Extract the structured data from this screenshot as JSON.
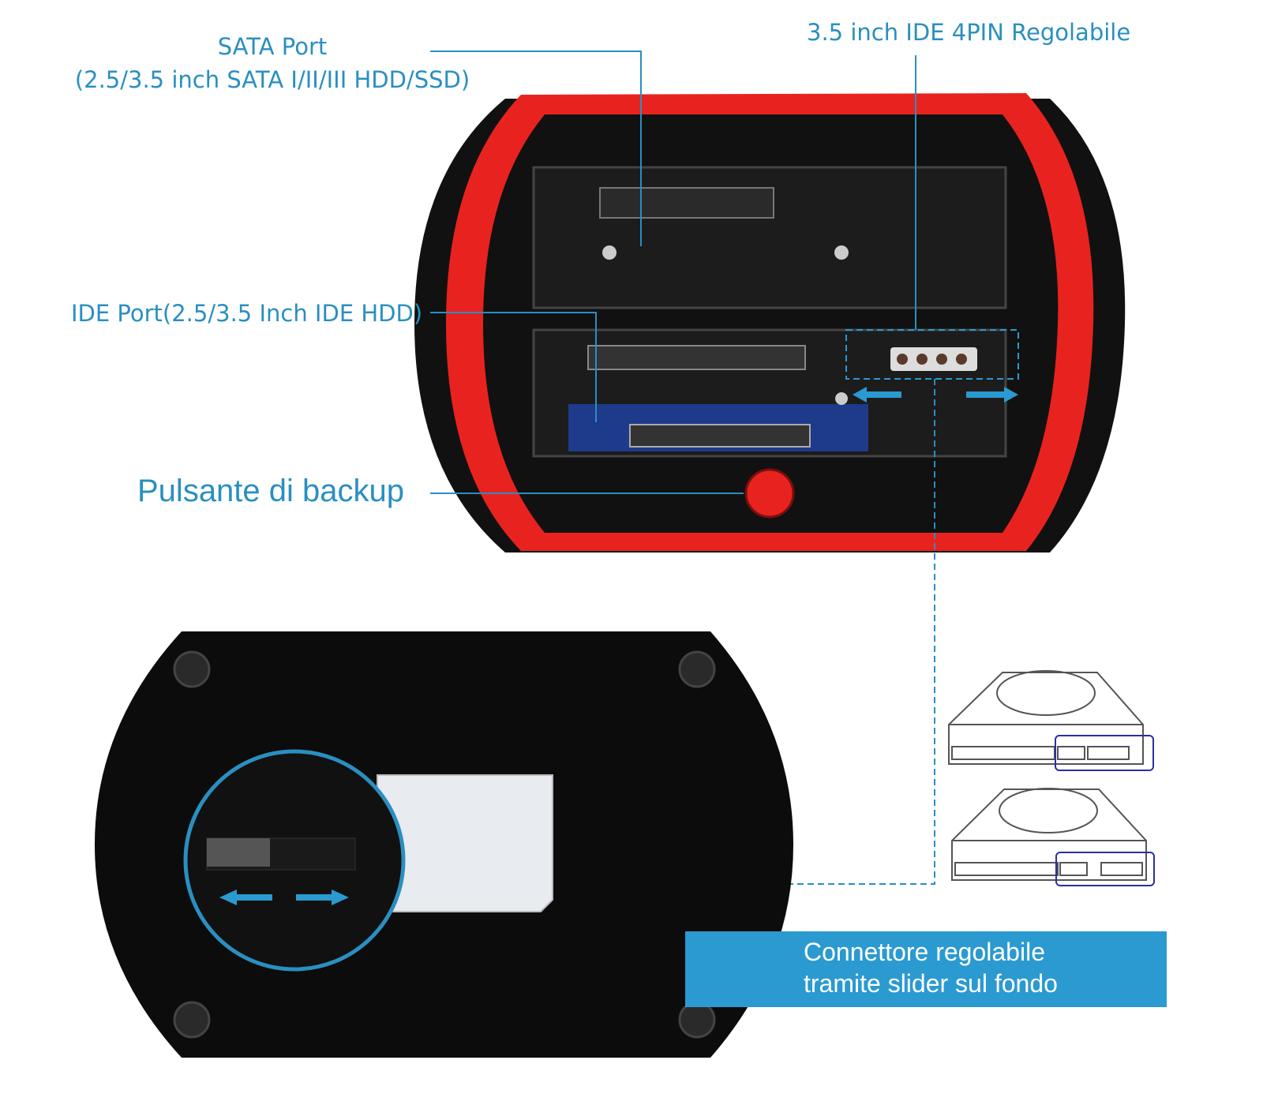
{
  "labels": {
    "sata_port_title": "SATA Port",
    "sata_port_sub": "(2.5/3.5 inch SATA I/II/III HDD/SSD)",
    "ide_4pin": "3.5 inch IDE 4PIN Regolabile",
    "ide_port": "IDE Port(2.5/3.5 Inch IDE HDD)",
    "backup_button": "Pulsante di backup"
  },
  "banner": {
    "line1": "Connettore regolabile",
    "line2": "tramite slider sul fondo"
  },
  "colors": {
    "accent": "#2a8fc0",
    "device_red": "#e8231f",
    "device_black": "#111111",
    "banner": "#2a9ad0",
    "highlight_box": "#2b2f9e"
  }
}
